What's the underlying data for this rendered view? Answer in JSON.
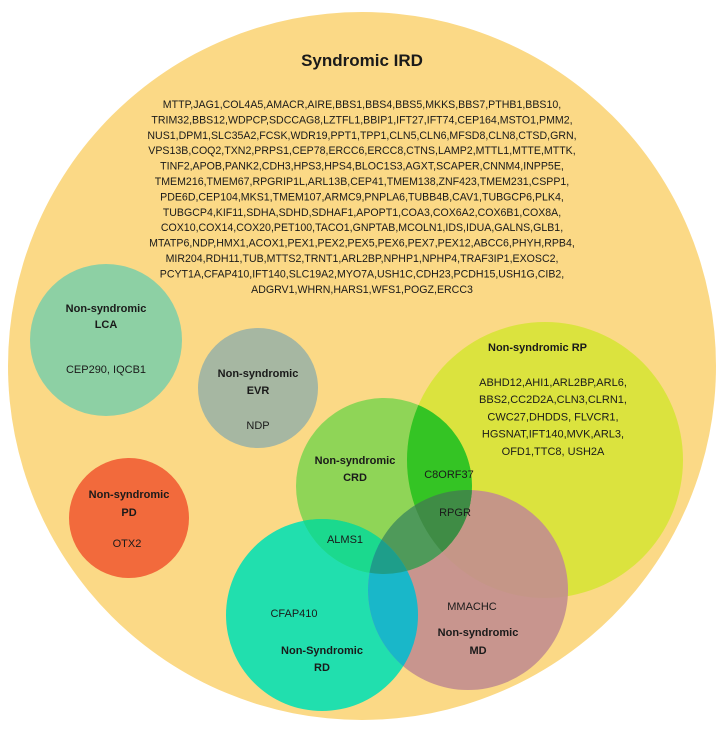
{
  "diagram": {
    "title": "Syndromic IRD",
    "syndromic_genes": [
      "MTTP,JAG1,COL4A5,AMACR,AIRE,BBS1,BBS4,BBS5,MKKS,BBS7,PTHB1,BBS10,",
      "TRIM32,BBS12,WDPCP,SDCCAG8,LZTFL1,BBIP1,IFT27,IFT74,CEP164,MSTO1,PMM2,",
      "NUS1,DPM1,SLC35A2,FCSK,WDR19,PPT1,TPP1,CLN5,CLN6,MFSD8,CLN8,CTSD,GRN,",
      "VPS13B,COQ2,TXN2,PRPS1,CEP78,ERCC6,ERCC8,CTNS,LAMP2,MTTL1,MTTE,MTTK,",
      "TINF2,APOB,PANK2,CDH3,HPS3,HPS4,BLOC1S3,AGXT,SCAPER,CNNM4,INPP5E,",
      "TMEM216,TMEM67,RPGRIP1L,ARL13B,CEP41,TMEM138,ZNF423,TMEM231,CSPP1,",
      "PDE6D,CEP104,MKS1,TMEM107,ARMC9,PNPLA6,TUBB4B,CAV1,TUBGCP6,PLK4,",
      "TUBGCP4,KIF11,SDHA,SDHD,SDHAF1,APOPT1,COA3,COX6A2,COX6B1,COX8A,",
      "COX10,COX14,COX20,PET100,TACO1,GNPTAB,MCOLN1,IDS,IDUA,GALNS,GLB1,",
      "MTATP6,NDP,HMX1,ACOX1,PEX1,PEX2,PEX5,PEX6,PEX7,PEX12,ABCC6,PHYH,RPB4,",
      "MIR204,RDH11,TUB,MTTS2,TRNT1,ARL2BP,NPHP1,NPHP4,TRAF3IP1,EXOSC2,",
      "PCYT1A,CFAP410,IFT140,SLC19A2,MYO7A,USH1C,CDH23,PCDH15,USH1G,CIB2,",
      "ADGRV1,WHRN,HARS1,WFS1,POGZ,ERCC3"
    ],
    "circles": {
      "lca": {
        "label": [
          "Non-syndromic",
          "LCA"
        ],
        "genes": "CEP290,  IQCB1",
        "color": "#8dd0a4"
      },
      "evr": {
        "label": [
          "Non-syndromic",
          "EVR"
        ],
        "genes": "NDP",
        "color": "#a6b7a2"
      },
      "pd": {
        "label": [
          "Non-syndromic",
          "PD"
        ],
        "genes": "OTX2",
        "color": "#f26a3c"
      },
      "rp": {
        "label": [
          "Non-syndromic  RP"
        ],
        "genes": [
          "ABHD12,AHI1,ARL2BP,ARL6,",
          "BBS2,CC2D2A,CLN3,CLRN1,",
          "CWC27,DHDDS,  FLVCR1,",
          "HGSNAT,IFT140,MVK,ARL3,",
          "OFD1,TTC8,  USH2A"
        ],
        "color": "#d9e43a"
      },
      "crd": {
        "label": [
          "Non-syndromic",
          "CRD"
        ],
        "color": "#48d238"
      },
      "rd": {
        "label": [
          "Non-Syndromic",
          "RD"
        ],
        "color": "#15dfb0"
      },
      "md": {
        "label": [
          "Non-syndromic",
          "MD"
        ],
        "color": "#c28d8f"
      }
    },
    "overlap_genes": {
      "crd_rp": "C8ORF37",
      "crd_rp_md": "RPGR",
      "crd_rd": "ALMS1",
      "rd_only": "CFAP410",
      "md_only": "MMACHC"
    },
    "background_color": "#fbd986"
  }
}
